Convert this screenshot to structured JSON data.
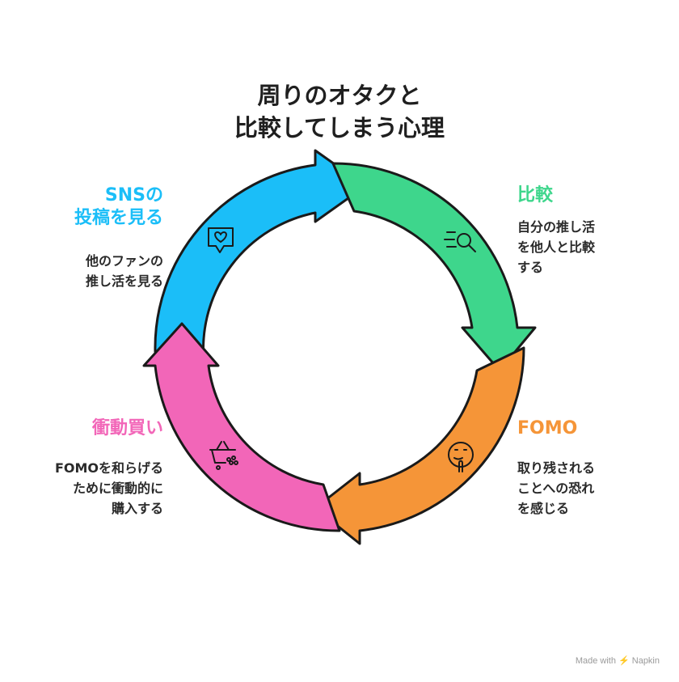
{
  "title": {
    "line1": "周りのオタクと",
    "line2": "比較してしまう心理"
  },
  "steps": {
    "sns": {
      "title": [
        "SNSの",
        "投稿を見る"
      ],
      "desc": [
        "他のファンの",
        "推し活を見る"
      ],
      "color": "#1bbef8",
      "icon": "heart-speech-bubble-icon"
    },
    "compare": {
      "title": [
        "比較"
      ],
      "desc": [
        "自分の推し活",
        "を他人と比較",
        "する"
      ],
      "color": "#3ed68c",
      "icon": "magnifier-icon"
    },
    "fomo": {
      "title": [
        "FOMO"
      ],
      "desc": [
        "取り残される",
        "ことへの恐れ",
        "を感じる"
      ],
      "color": "#f59538",
      "icon": "shushing-face-icon"
    },
    "impulse": {
      "title": [
        "衝動買い"
      ],
      "desc": [
        "FOMOを和らげる",
        "ために衝動的に",
        "購入する"
      ],
      "color": "#f266b8",
      "icon": "shopping-basket-icon"
    }
  },
  "footer": "Made with ⚡ Napkin"
}
